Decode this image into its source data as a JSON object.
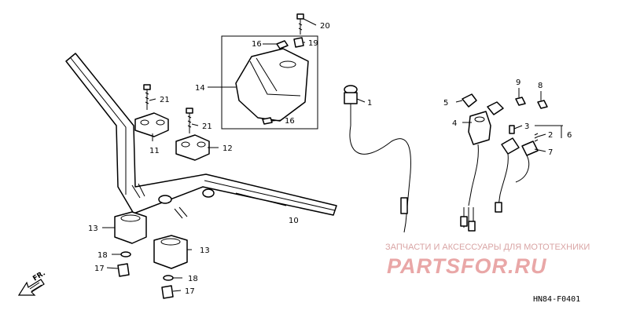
{
  "callouts": {
    "c1": "1",
    "c2": "2",
    "c3": "3",
    "c4": "4",
    "c5": "5",
    "c6": "6",
    "c7a": "7",
    "c8": "8",
    "c9": "9",
    "c10": "10",
    "c11": "11",
    "c12": "12",
    "c13a": "13",
    "c13b": "13",
    "c14": "14",
    "c16a": "16",
    "c16b": "16",
    "c17a": "17",
    "c17b": "17",
    "c18a": "18",
    "c18b": "18",
    "c19": "19",
    "c20": "20",
    "c21a": "21",
    "c21b": "21"
  },
  "front_marker": "FR.",
  "watermark": {
    "tagline": "ЗАПЧАСТИ И АКСЕССУАРЫ ДЛЯ МОТОТЕХНИКИ",
    "logo": "PARTSFOR.RU"
  },
  "diagram_code": "HN84-F0401",
  "colors": {
    "line": "#000000",
    "watermark": "#e9a7a7"
  }
}
